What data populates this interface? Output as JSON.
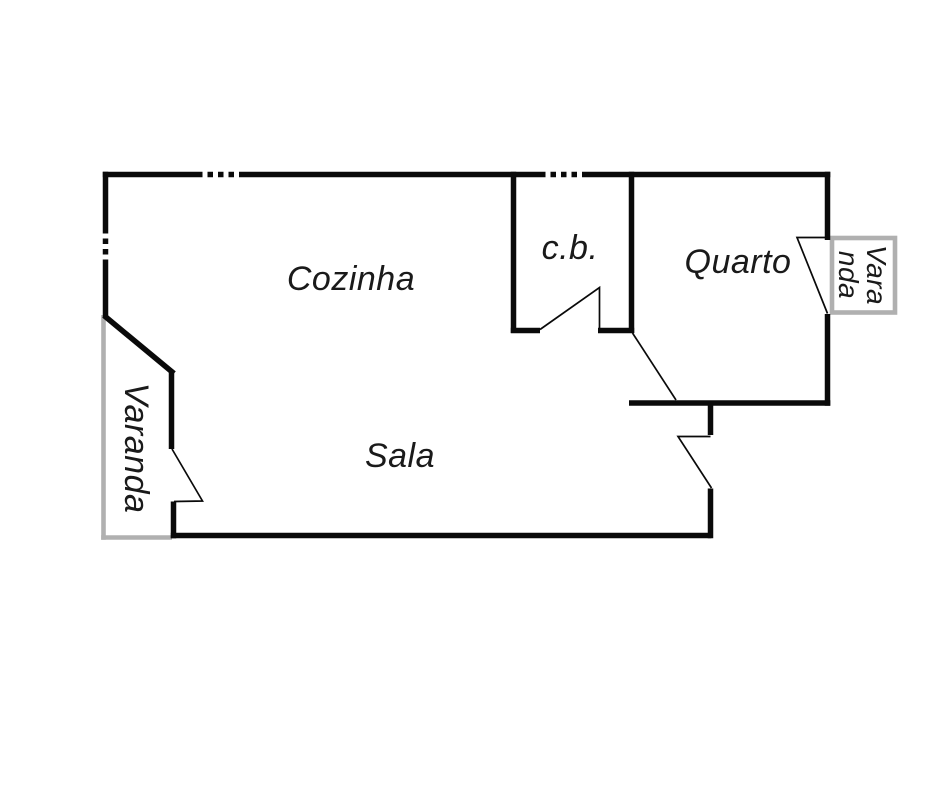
{
  "floorplan": {
    "labels": {
      "cozinha": "Cozinha",
      "cb": "c.b.",
      "quarto": "Quarto",
      "sala": "Sala",
      "varanda_left": "Varanda",
      "varanda_right_line1": "Vara",
      "varanda_right_line2": "nda"
    },
    "colors": {
      "wall": "#0a0a0a",
      "railing": "#b0b0b0",
      "text": "#1a1a1a",
      "background": "#ffffff"
    }
  }
}
